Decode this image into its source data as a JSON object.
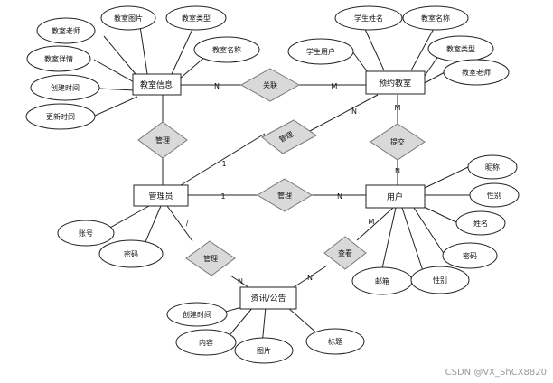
{
  "entities": {
    "classroom": "教室信息",
    "reservation": "预约教室",
    "admin": "管理员",
    "user": "用户",
    "news": "资讯/公告"
  },
  "attributes": {
    "classroom": [
      "教室老师",
      "教室图片",
      "教室类型",
      "教室名称",
      "教室详情",
      "创建时间",
      "更新时间"
    ],
    "reservation": [
      "学生姓名",
      "教室名称",
      "学生用户",
      "教室类型",
      "教室老师"
    ],
    "admin": [
      "账号",
      "密码"
    ],
    "user": [
      "昵称",
      "性别",
      "姓名",
      "密码",
      "邮箱",
      "性别"
    ],
    "news": [
      "创建时间",
      "内容",
      "图片",
      "标题"
    ]
  },
  "relationships": {
    "associate": "关联",
    "manage_classroom": "管理",
    "manage_reservation": "管理",
    "submit": "提交",
    "manage_user": "管理",
    "manage_news": "管理",
    "view": "查看"
  },
  "cardinality": {
    "assoc_left": "N",
    "assoc_right": "M",
    "res_admin_top": "N",
    "res_admin_bottom": "1",
    "res_submit_top": "M",
    "res_submit_bottom": "N",
    "admin_user_left": "1",
    "admin_user_right": "N",
    "admin_news_top": "/",
    "admin_news_bottom": "N",
    "view_news": "N",
    "view_user": "M"
  },
  "watermark": "CSDN @VX_ShCX8820"
}
